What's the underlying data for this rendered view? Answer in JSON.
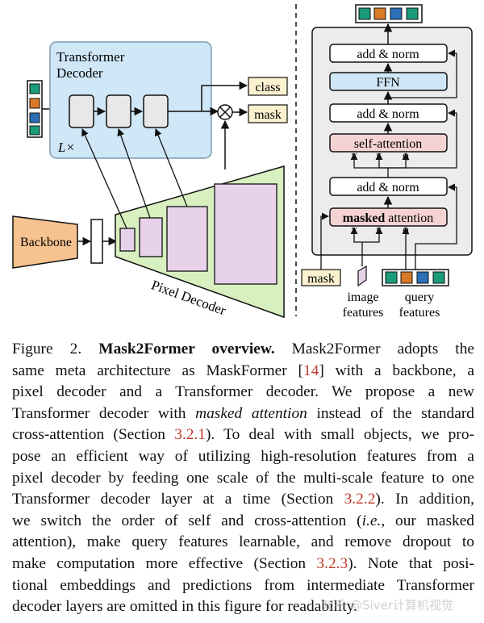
{
  "figure": {
    "transformer_decoder_title_line1": "Transformer",
    "transformer_decoder_title_line2": "Decoder",
    "layers_label": "L×",
    "class_label": "class",
    "mask_label": "mask",
    "backbone_label": "Backbone",
    "pixel_decoder_label": "Pixel Decoder",
    "right": {
      "add_norm_top": "add & norm",
      "ffn": "FFN",
      "add_norm_mid": "add & norm",
      "self_attention": "self-attention",
      "add_norm_low": "add & norm",
      "masked_attention_bold": "masked",
      "masked_attention_rest": " attention",
      "v1": "V",
      "k1": "K",
      "q1": "Q",
      "v2": "V",
      "k2": "K",
      "q2": "Q",
      "mask_input": "mask",
      "image_features_line1": "image",
      "image_features_line2": "features",
      "query_features_line1": "query",
      "query_features_line2": "features"
    },
    "colors": {
      "decoder_blue": "#cfe7f7",
      "cell_gray": "#e8e8e8",
      "orange": "#f6c28f",
      "pixel_green": "#d8f0bf",
      "feature_purple": "#e8d2ea",
      "label_yellow": "#fbf1cf",
      "attention_red": "#f6d3d3",
      "ffn_blue": "#cfe7f7",
      "token_colors": [
        "#1a9c7a",
        "#d97a28",
        "#2a6fb7",
        "#1a9c7a"
      ]
    }
  },
  "caption": {
    "lines": [
      {
        "parts": [
          {
            "t": "Figure 2.  "
          },
          {
            "t": "Mask2Former overview.",
            "b": true
          },
          {
            "t": "  Mask2Former adopts the"
          }
        ]
      },
      {
        "parts": [
          {
            "t": "same meta architecture as MaskFormer ["
          },
          {
            "t": "14",
            "ref": true
          },
          {
            "t": "] with a backbone, a"
          }
        ]
      },
      {
        "parts": [
          {
            "t": "pixel decoder and a Transformer decoder.   We propose a new"
          }
        ]
      },
      {
        "parts": [
          {
            "t": "Transformer decoder with "
          },
          {
            "t": "masked attention",
            "i": true
          },
          {
            "t": " instead of the standard"
          }
        ]
      },
      {
        "parts": [
          {
            "t": "cross-attention (Section "
          },
          {
            "t": "3.2.1",
            "ref": true
          },
          {
            "t": "). To deal with small objects, we pro-"
          }
        ]
      },
      {
        "parts": [
          {
            "t": "pose an efficient way of utilizing high-resolution features from a"
          }
        ]
      },
      {
        "parts": [
          {
            "t": "pixel decoder by feeding one scale of the multi-scale feature to one"
          }
        ]
      },
      {
        "parts": [
          {
            "t": "Transformer decoder layer at a time (Section "
          },
          {
            "t": "3.2.2",
            "ref": true
          },
          {
            "t": "). In addition,"
          }
        ]
      },
      {
        "parts": [
          {
            "t": "we switch the order of self and cross-attention ("
          },
          {
            "t": "i.e.",
            "i": true
          },
          {
            "t": ", our masked"
          }
        ]
      },
      {
        "parts": [
          {
            "t": "attention), make query features learnable, and remove dropout to"
          }
        ]
      },
      {
        "parts": [
          {
            "t": "make computation more effective (Section "
          },
          {
            "t": "3.2.3",
            "ref": true
          },
          {
            "t": "). Note that posi-"
          }
        ]
      },
      {
        "parts": [
          {
            "t": "tional embeddings and predictions from intermediate Transformer"
          }
        ]
      },
      {
        "parts": [
          {
            "t": "decoder layers are omitted in this figure for readability."
          }
        ]
      }
    ]
  },
  "watermark": "知乎 @Siver计算机视觉"
}
